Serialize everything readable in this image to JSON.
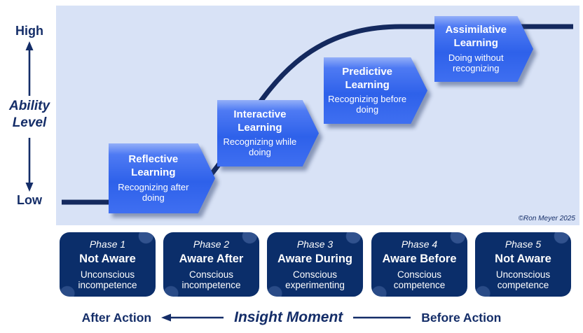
{
  "axis": {
    "high_label": "High",
    "low_label": "Low",
    "title_line1": "Ability",
    "title_line2": "Level"
  },
  "callouts": [
    {
      "title": "Reflective Learning",
      "subtitle": "Recognizing after doing"
    },
    {
      "title": "Interactive Learning",
      "subtitle": "Recognizing while doing"
    },
    {
      "title": "Predictive Learning",
      "subtitle": "Recognizing before doing"
    },
    {
      "title": "Assimilative Learning",
      "subtitle": "Doing without recognizing"
    }
  ],
  "phases": [
    {
      "label": "Phase 1",
      "title": "Not Aware",
      "subtitle": "Unconscious incompetence"
    },
    {
      "label": "Phase 2",
      "title": "Aware After",
      "subtitle": "Conscious incompetence"
    },
    {
      "label": "Phase 3",
      "title": "Aware During",
      "subtitle": "Conscious experimenting"
    },
    {
      "label": "Phase 4",
      "title": "Aware Before",
      "subtitle": "Conscious competence"
    },
    {
      "label": "Phase 5",
      "title": "Not Aware",
      "subtitle": "Unconscious competence"
    }
  ],
  "footer": {
    "after_label": "After Action",
    "center_label": "Insight Moment",
    "before_label": "Before Action"
  },
  "copyright": "©Ron Meyer 2025",
  "colors": {
    "plot_background": "#d8e2f6",
    "navy_text": "#142d68",
    "curve": "#14295e",
    "callout_blue": "#2e61ea",
    "phase_navy": "#0b2e6a",
    "white_text": "#ffffff"
  }
}
